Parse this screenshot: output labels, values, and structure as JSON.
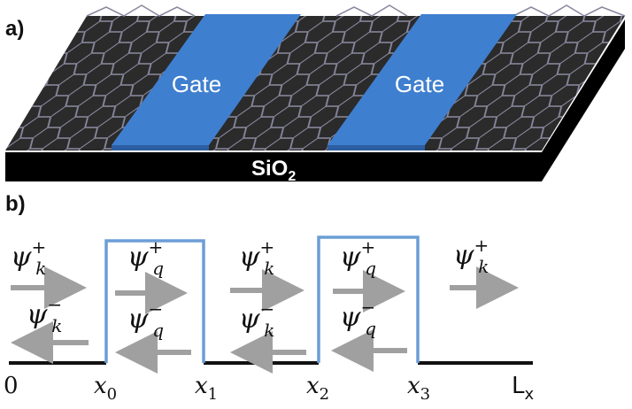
{
  "panel_a": {
    "label": "a)",
    "gates": [
      {
        "label": "Gate"
      },
      {
        "label": "Gate"
      }
    ],
    "substrate": {
      "base": "SiO",
      "subscript": "2"
    },
    "colors": {
      "graphene": "#2b2b2b",
      "lattice": "#8a8aa0",
      "gate": "#3f7fcf",
      "gate_side": "#2c5ea3",
      "substrate": "#000000"
    }
  },
  "panel_b": {
    "label": "b)",
    "barrier_color": "#6b9ed6",
    "arrow_color": "#a0a0a0",
    "regions": [
      {
        "right": {
          "base": "ψ",
          "sup": "+",
          "sub": "k"
        },
        "left": {
          "base": "ψ",
          "sup": "−",
          "sub": "k"
        }
      },
      {
        "right": {
          "base": "ψ",
          "sup": "+",
          "sub": "q"
        },
        "left": {
          "base": "ψ",
          "sup": "−",
          "sub": "q"
        }
      },
      {
        "right": {
          "base": "ψ",
          "sup": "+",
          "sub": "k"
        },
        "left": {
          "base": "ψ",
          "sup": "−",
          "sub": "k"
        }
      },
      {
        "right": {
          "base": "ψ",
          "sup": "+",
          "sub": "q"
        },
        "left": {
          "base": "ψ",
          "sup": "−",
          "sub": "q"
        }
      },
      {
        "right": {
          "base": "ψ",
          "sup": "+",
          "sub": "k"
        }
      }
    ],
    "axis_labels": [
      {
        "base": "0",
        "sub": ""
      },
      {
        "base": "x",
        "sub": "0"
      },
      {
        "base": "x",
        "sub": "1"
      },
      {
        "base": "x",
        "sub": "2"
      },
      {
        "base": "x",
        "sub": "3"
      },
      {
        "base": "L",
        "sub": "x"
      }
    ]
  }
}
